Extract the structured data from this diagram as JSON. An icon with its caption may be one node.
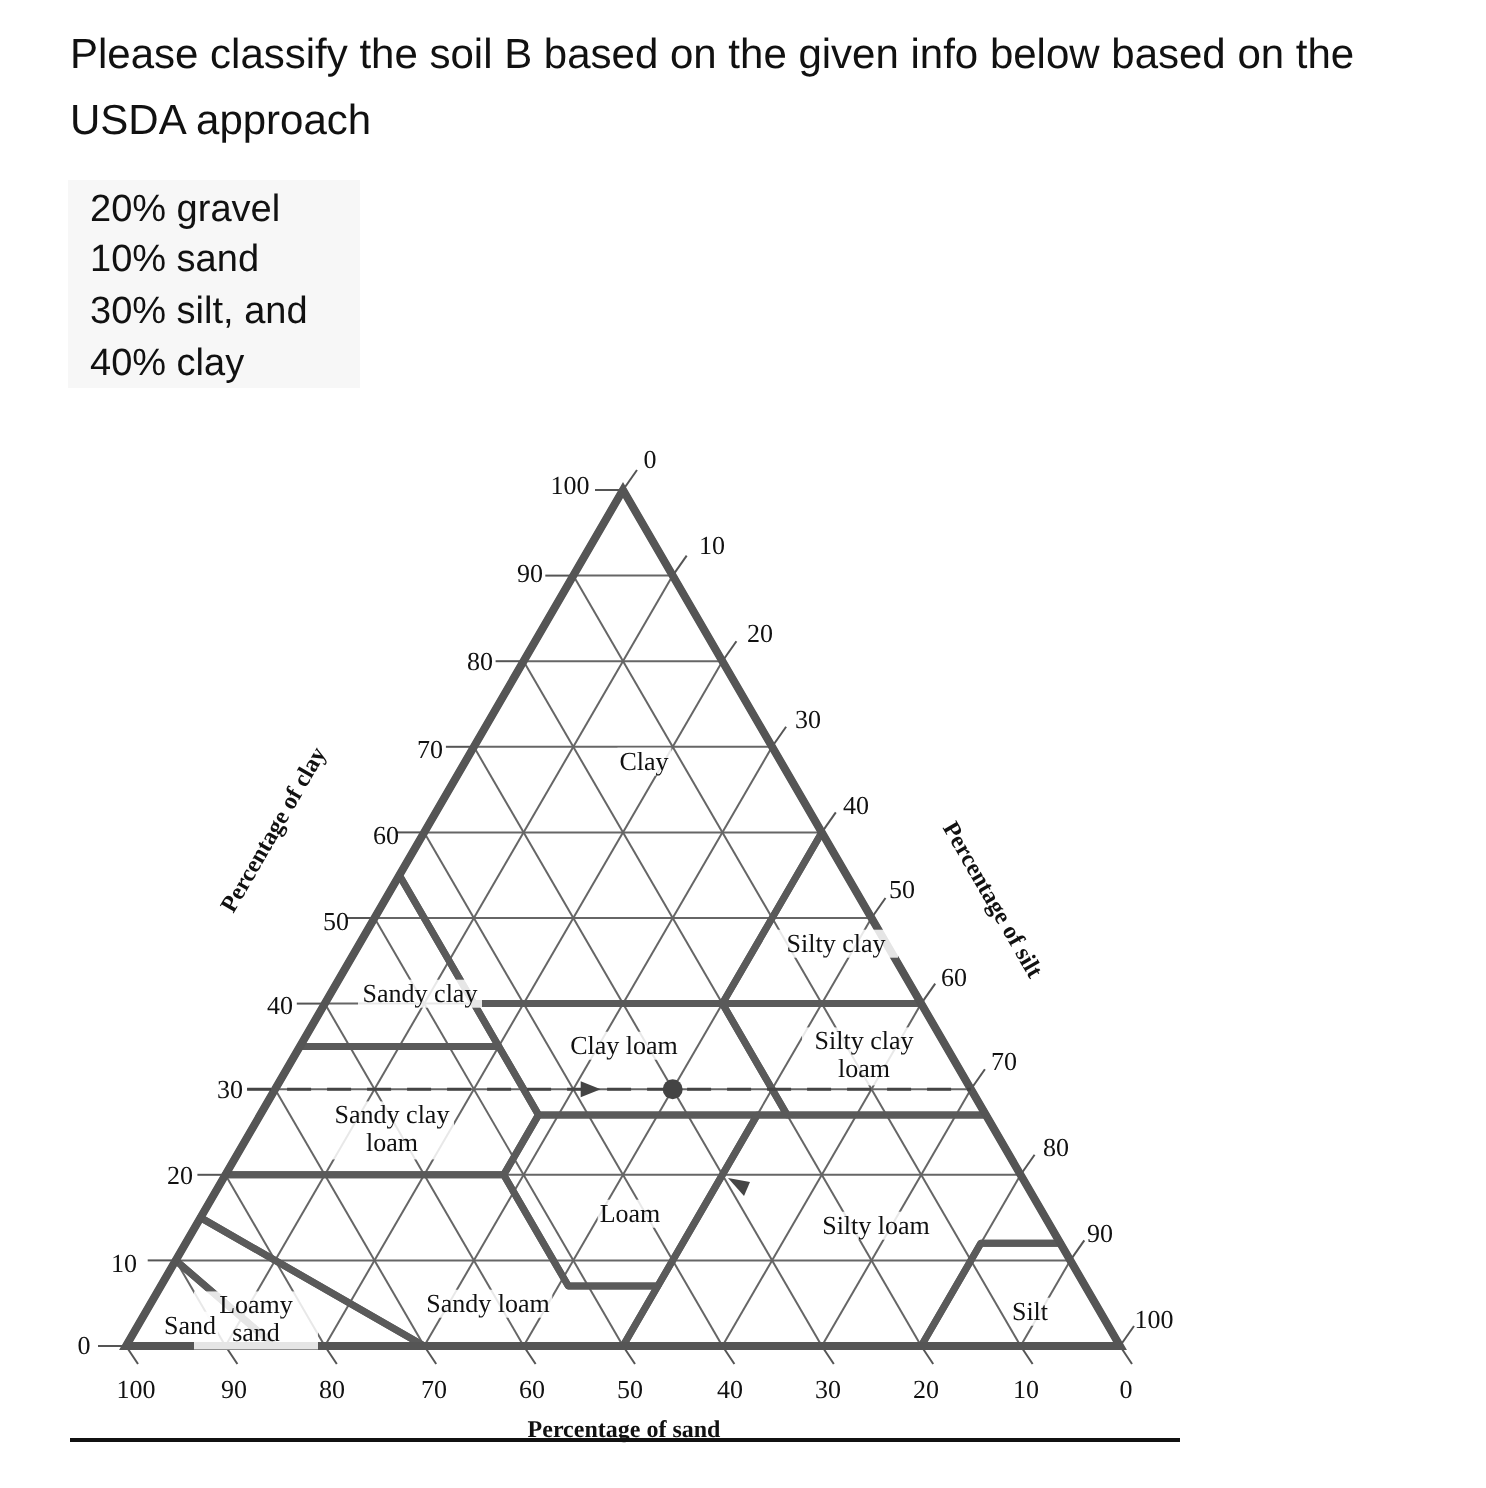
{
  "diagram": {
    "title": "Please classify the soil B based on the given info below based on the USDA approach",
    "labels": [
      "20% gravel",
      "10% sand",
      "30% silt, and",
      "40% clay",
      "100",
      "0",
      "90",
      "10",
      "80",
      "20",
      "70",
      "30",
      "Clay",
      "40",
      "60",
      "Percentage of clay",
      "Percentage of silt",
      "50",
      "50",
      "Silty clay",
      "Sandy clay",
      "60",
      "40",
      "Clay loam",
      "Silty clay loam",
      "70",
      "30",
      "Sandy clay loam",
      "80",
      "20",
      "Loam",
      "Silty loam",
      "90",
      "10",
      "Loamy sand",
      "Sand",
      "Sandy loam",
      "Silt",
      "100",
      "0",
      "100",
      "90",
      "80",
      "70",
      "60",
      "50",
      "40",
      "30",
      "20",
      "10",
      "0",
      "Percentage of sand"
    ]
  }
}
